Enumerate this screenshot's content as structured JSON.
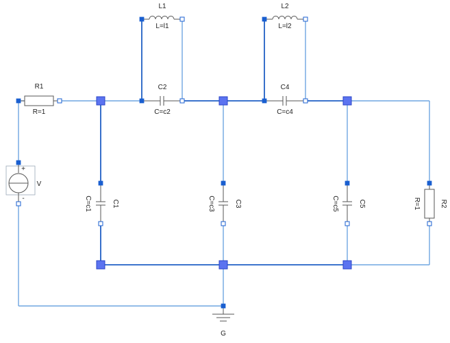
{
  "components": {
    "R1": {
      "name": "R1",
      "value": "R=1"
    },
    "R2": {
      "name": "R2",
      "value": "R=1"
    },
    "L1": {
      "name": "L1",
      "value": "L=l1"
    },
    "L2": {
      "name": "L2",
      "value": "L=l2"
    },
    "C1": {
      "name": "C1",
      "value": "C=c1"
    },
    "C2": {
      "name": "C2",
      "value": "C=c2"
    },
    "C3": {
      "name": "C3",
      "value": "C=c3"
    },
    "C4": {
      "name": "C4",
      "value": "C=c4"
    },
    "C5": {
      "name": "C5",
      "value": "C=c5"
    },
    "V": {
      "name": "V",
      "plus": "+",
      "minus": "-"
    },
    "G": {
      "name": "G"
    }
  },
  "colors": {
    "wire": "#6fa6e0",
    "wire_strong": "#1f5fc4",
    "pin": "#1a5fd0",
    "junction": "#5b73f0"
  }
}
